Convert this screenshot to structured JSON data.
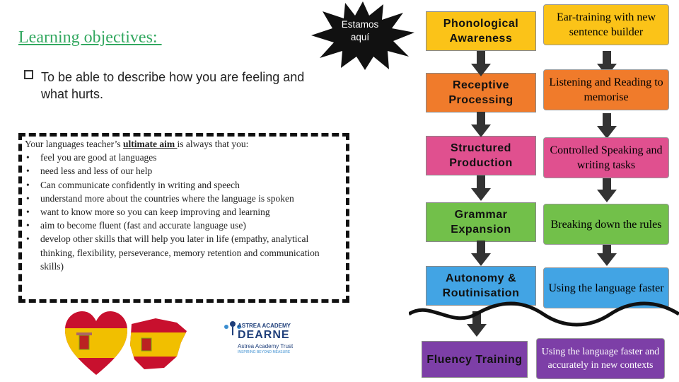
{
  "title": "Learning objectives: ",
  "objective": "To be able to describe how you are feeling and what hurts.",
  "aim": {
    "lead": "Your languages teacher’s ",
    "keyword": "ultimate aim ",
    "tail": "is always that you:",
    "items": [
      "feel you are good at languages",
      "need less and less of our help",
      "Can communicate confidently in writing and speech",
      "understand more about the countries where the language is spoken",
      "want to know more so you can keep improving and learning",
      "aim to become fluent (fast and accurate language use)",
      "develop other skills that will help you later in life (empathy, analytical thinking, flexibility, perseverance, memory retention and communication skills)"
    ]
  },
  "star_label": "Estamos aquí",
  "stages": [
    {
      "label": "Phonological Awareness",
      "color": "#fbc318",
      "text_color": "#111111"
    },
    {
      "label": "Receptive Processing",
      "color": "#f07b2b",
      "text_color": "#111111"
    },
    {
      "label": "Structured Production",
      "color": "#e0508f",
      "text_color": "#111111"
    },
    {
      "label": "Grammar Expansion",
      "color": "#72c04a",
      "text_color": "#111111"
    },
    {
      "label": "Autonomy & Routinisation",
      "color": "#42a4e4",
      "text_color": "#111111"
    },
    {
      "label": "Fluency Training",
      "color": "#7d3fa7",
      "text_color": "#111111"
    }
  ],
  "descriptions": [
    "Ear-training with new sentence builder",
    "Listening and Reading to memorise",
    "Controlled Speaking and writing tasks",
    "Breaking down the rules",
    "Using the language faster",
    "Using the language faster and accurately in new contexts"
  ],
  "logo": {
    "line1": "ASTREA ACADEMY",
    "line2": "DEARNE",
    "line3": "Astrea Academy Trust",
    "line4": "INSPIRING BEYOND MEASURE"
  },
  "colors": {
    "title": "#33a860",
    "spain_red": "#c8102e",
    "spain_yellow": "#f1bf00",
    "logo_blue": "#1f3f7a"
  }
}
